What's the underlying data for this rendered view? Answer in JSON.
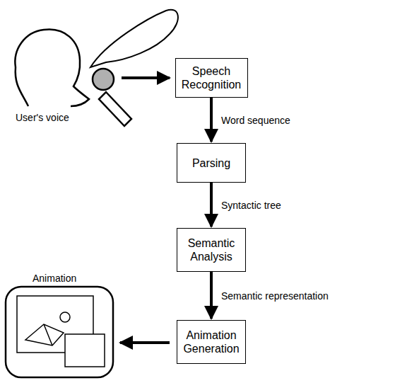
{
  "diagram": {
    "nodes": [
      {
        "text": [
          "Speech Recognition"
        ]
      },
      {
        "text": [
          "Parsing"
        ]
      },
      {
        "text": [
          "Semantic Analysis"
        ]
      },
      {
        "text": [
          "Animation Generation"
        ]
      }
    ],
    "edges": [
      {
        "from": 0,
        "to": 1,
        "label": "Word sequence",
        "arrow": "to"
      },
      {
        "from": 1,
        "to": 2,
        "label": "Syntactic tree",
        "arrow": "to"
      },
      {
        "from": 2,
        "to": 3,
        "label": "Semantic representation",
        "arrow": "to"
      }
    ],
    "labels": [
      "User's voice",
      "Animation"
    ]
  }
}
